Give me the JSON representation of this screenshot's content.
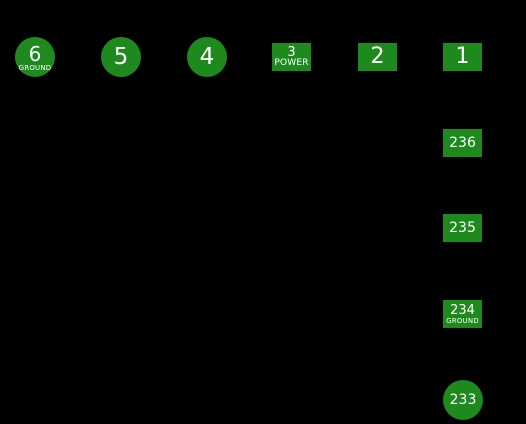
{
  "pad_color": "#1e8a1e",
  "background_color": "#000000",
  "pads": {
    "p6": {
      "number": "6",
      "label": "GROUND",
      "shape": "circle"
    },
    "p5": {
      "number": "5",
      "label": "",
      "shape": "circle"
    },
    "p4": {
      "number": "4",
      "label": "",
      "shape": "circle"
    },
    "p3": {
      "number": "3",
      "label": "POWER",
      "shape": "square"
    },
    "p2": {
      "number": "2",
      "label": "",
      "shape": "square"
    },
    "p1": {
      "number": "1",
      "label": "",
      "shape": "square"
    },
    "p236": {
      "number": "236",
      "label": "",
      "shape": "square"
    },
    "p235": {
      "number": "235",
      "label": "",
      "shape": "square"
    },
    "p234": {
      "number": "234",
      "label": "GROUND",
      "shape": "square"
    },
    "p233": {
      "number": "233",
      "label": "",
      "shape": "circle"
    }
  }
}
